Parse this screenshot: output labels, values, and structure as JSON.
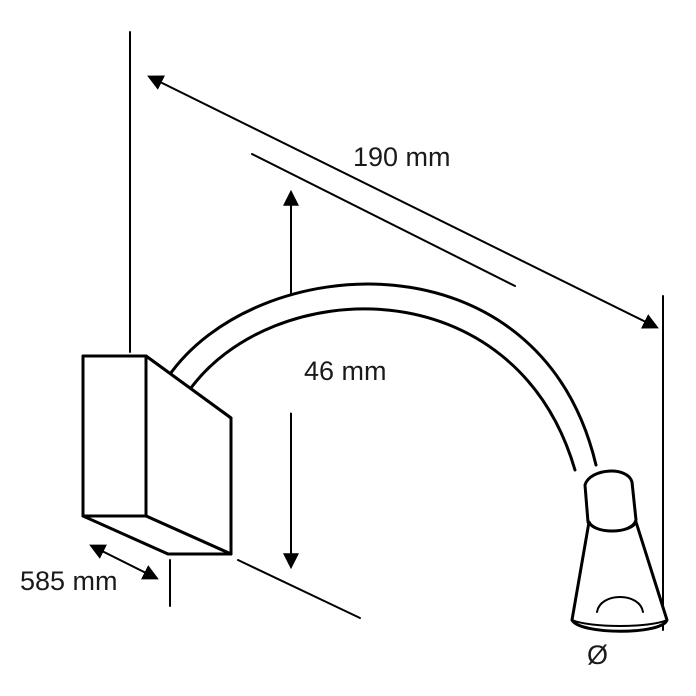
{
  "diagram": {
    "dimensions": {
      "length": "190 mm",
      "height": "46 mm",
      "depth": "585 mm",
      "diameter": "Ø"
    },
    "colors": {
      "stroke": "#000000",
      "background": "#ffffff",
      "text": "#1a1a1a"
    }
  }
}
